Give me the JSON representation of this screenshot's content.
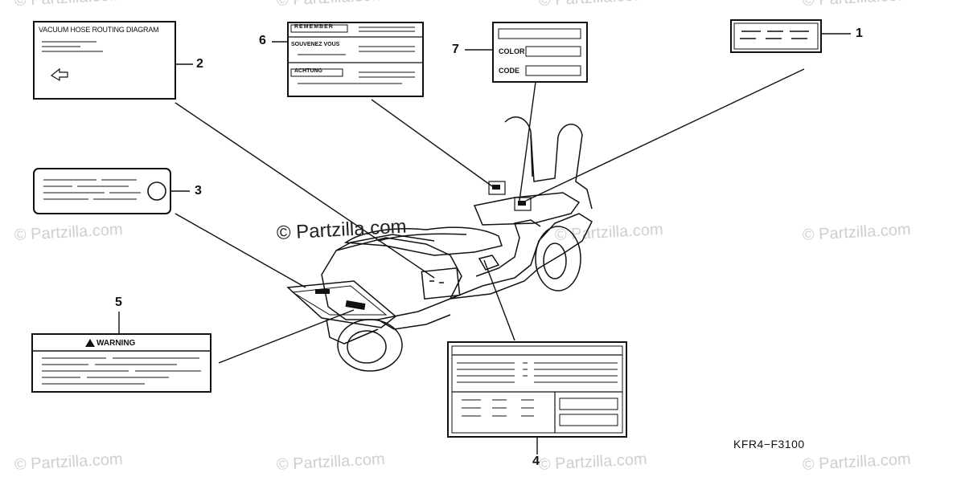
{
  "watermark": "© Partzilla.com",
  "callouts": [
    "1",
    "2",
    "3",
    "4",
    "5",
    "6",
    "7"
  ],
  "labels": {
    "vacuum": "VACUUM HOSE ROUTING DIAGRAM",
    "remember": "REMEMBER",
    "souvenez": "SOUVENEZ VOUS",
    "achtung": "ACHTUNG",
    "color": "COLOR",
    "code": "CODE",
    "warning": "WARNING"
  },
  "diagram_code": "KFR4−F3100"
}
